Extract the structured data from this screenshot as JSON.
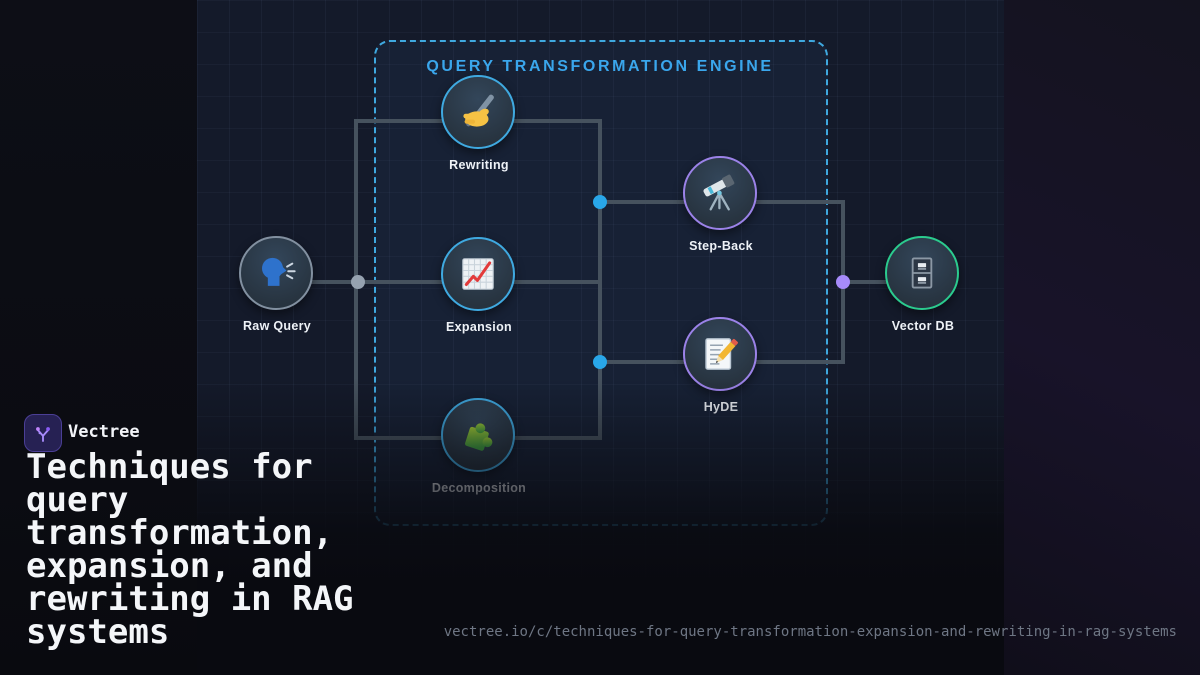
{
  "brand": {
    "name": "Vectree",
    "logo_icon": "vectree-branch-icon",
    "logo_color": "#a78bfa",
    "logo_bg": "#262153"
  },
  "headline": "Techniques for\nquery\ntransformation,\nexpansion, and\nrewriting in RAG\nsystems",
  "footer_url": "vectree.io/c/techniques-for-query-transformation-expansion-and-rewriting-in-rag-systems",
  "engine": {
    "title": "QUERY TRANSFORMATION ENGINE",
    "title_color": "#3aa6ec",
    "border_color": "#3fa9e0"
  },
  "nodes": {
    "raw_query": {
      "label": "Raw Query",
      "icon": "speaking-head-icon",
      "accent": "#8290a0"
    },
    "rewriting": {
      "label": "Rewriting",
      "icon": "writing-hand-icon",
      "accent": "#3fa9e0"
    },
    "expansion": {
      "label": "Expansion",
      "icon": "chart-increasing-icon",
      "accent": "#3fa9e0"
    },
    "decomposition": {
      "label": "Decomposition",
      "icon": "puzzle-piece-icon",
      "accent": "#3fa9e0"
    },
    "step_back": {
      "label": "Step-Back",
      "icon": "telescope-icon",
      "accent": "#9b82e8"
    },
    "hyde": {
      "label": "HyDE",
      "icon": "memo-pencil-icon",
      "accent": "#9b82e8"
    },
    "vector_db": {
      "label": "Vector DB",
      "icon": "file-cabinet-icon",
      "accent": "#2bcb8e"
    }
  },
  "connectors": {
    "line_color": "#46525e",
    "dots": [
      {
        "name": "junction-dot-raw-query",
        "color": "#96a2b0"
      },
      {
        "name": "junction-dot-step-back",
        "color": "#29a7e9"
      },
      {
        "name": "junction-dot-hyde",
        "color": "#29a7e9"
      },
      {
        "name": "junction-dot-vector-db",
        "color": "#a78bfa"
      }
    ]
  },
  "colors": {
    "panel_bg": "#141a2a",
    "page_bg": "#0b0c13",
    "accent_blue": "#3fa9e0",
    "accent_purple": "#9b82e8",
    "accent_green": "#2bcb8e",
    "node_gray": "#8290a0",
    "headline_text": "#f4f6f9",
    "url_text": "#6e7684"
  }
}
